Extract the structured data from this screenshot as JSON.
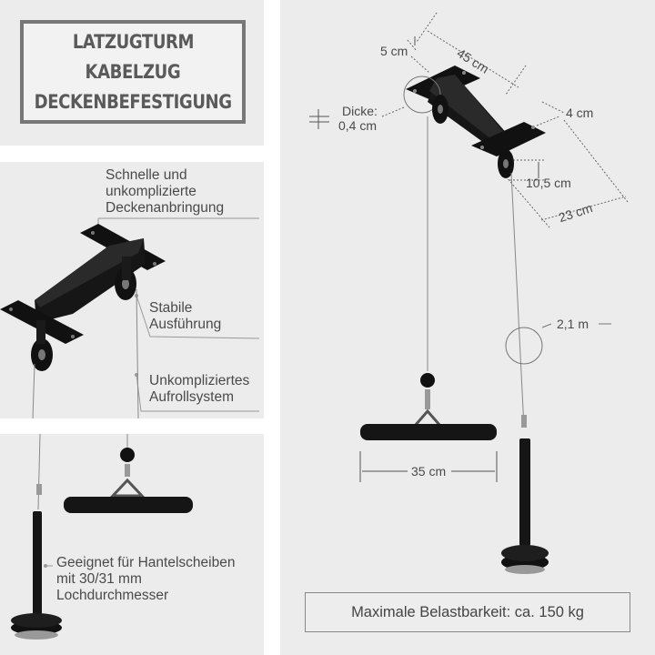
{
  "title": {
    "line1": "LATZUGTURM",
    "line2": "KABELZUG",
    "line3": "DECKENBEFESTIGUNG"
  },
  "features": {
    "ceiling_mount": [
      "Schnelle und",
      "unkomplizierte",
      "Deckenanbringung"
    ],
    "stable": [
      "Stabile",
      "Ausführung"
    ],
    "reel": [
      "Unkompliziertes",
      "Aufrollsystem"
    ],
    "plates": [
      "Geeignet für Hantelscheiben",
      "mit 30/31 mm",
      "Lochdurchmesser"
    ]
  },
  "dimensions": {
    "offset": "5 cm",
    "length": "45 cm",
    "thickness_label": "Dicke:",
    "thickness_value": "0,4 cm",
    "width": "4 cm",
    "height": "10,5 cm",
    "depth": "23 cm",
    "cable": "2,1 m",
    "handle": "35 cm"
  },
  "capacity": "Maximale Belastbarkeit: ca. 150 kg",
  "colors": {
    "panel": "#ececec",
    "metal": "#111111",
    "text": "#4a4a4a"
  }
}
